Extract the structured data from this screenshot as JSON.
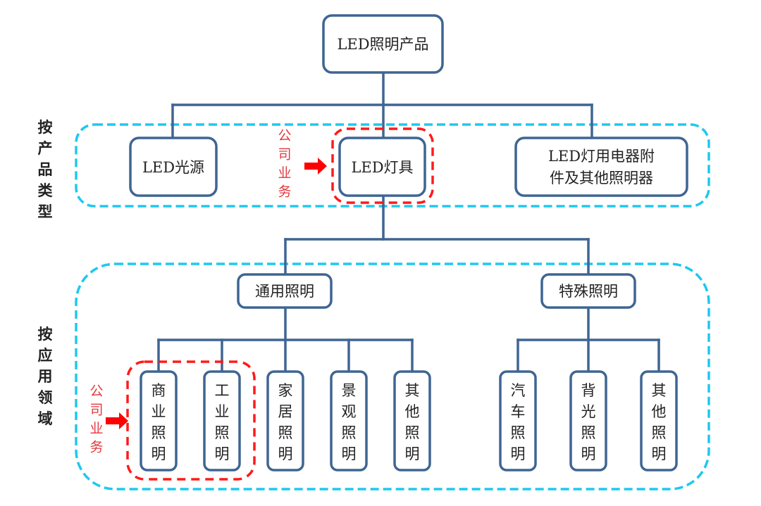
{
  "diagram": {
    "root": "LED照明产品",
    "product_type_group": {
      "label": "按产品类型",
      "items": [
        "LED光源",
        "LED灯具",
        "LED灯用电器附件及其他照明器"
      ],
      "item_lines": [
        [
          "LED光源"
        ],
        [
          "LED灯具"
        ],
        [
          "LED灯用电器附",
          "件及其他照明器"
        ]
      ],
      "highlighted_index": 1
    },
    "application_group": {
      "label": "按应用领域",
      "categories": [
        {
          "name": "通用照明",
          "children": [
            "商业照明",
            "工业照明",
            "家居照明",
            "景观照明",
            "其他照明"
          ]
        },
        {
          "name": "特殊照明",
          "children": [
            "汽车照明",
            "背光照明",
            "其他照明"
          ]
        }
      ],
      "highlighted": [
        "商业照明",
        "工业照明"
      ]
    },
    "company_business_note": "公司业务",
    "colors": {
      "node_border": "#3f6592",
      "group_border": "#1ec8f0",
      "highlight_border": "#ff1a1a",
      "note_text": "#e0383e"
    }
  }
}
